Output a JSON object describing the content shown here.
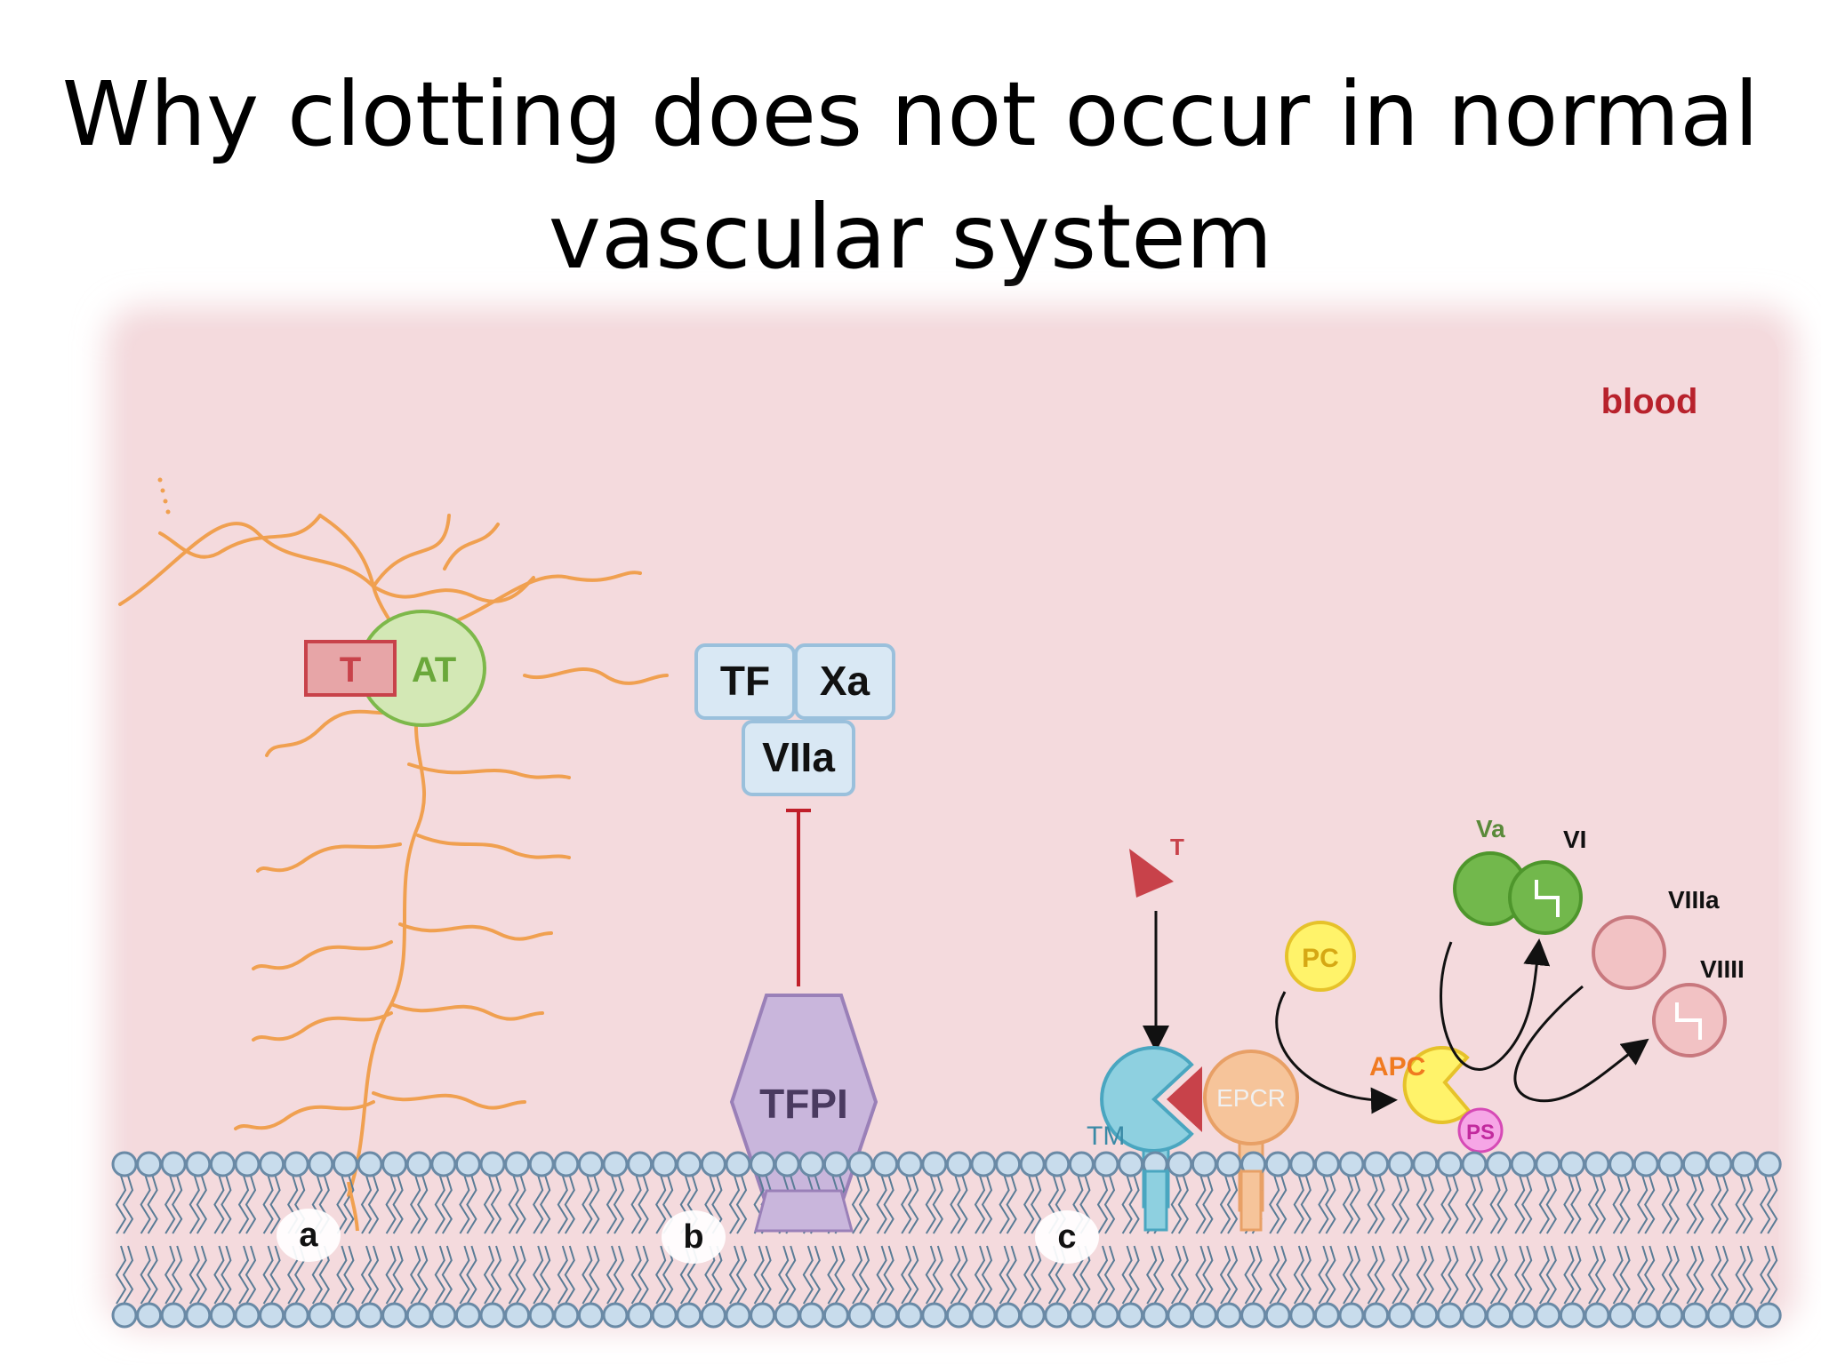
{
  "title": {
    "line1": "Why clotting does not occur in normal",
    "line2": "vascular system"
  },
  "diagram": {
    "compartment_label": "blood",
    "panel_labels": [
      "a",
      "b",
      "c"
    ],
    "panel_a": {
      "thrombin": "T",
      "antithrombin": "AT"
    },
    "panel_b": {
      "tf": "TF",
      "xa": "Xa",
      "viia": "VIIa",
      "tfpi": "TFPI"
    },
    "panel_c": {
      "thrombin": "T",
      "tm": "TM",
      "epcr": "EPCR",
      "pc": "PC",
      "apc": "APC",
      "ps": "PS",
      "va": "Va",
      "vi": "VI",
      "viiia": "VIIIa",
      "viiii": "VIIII"
    },
    "colors": {
      "blood_bg": "#f5dcdf",
      "glycocalyx": "#f0a050",
      "thrombin": "#c8424a",
      "antithrombin": "#cfe6b0",
      "complex_box": "#d8e8f4",
      "tfpi": "#c9b6dc",
      "tm": "#8ed0e0",
      "epcr": "#f6c49a",
      "pc": "#fff36a",
      "ps": "#f08ad6",
      "factor_v": "#6fb24a",
      "factor_viii": "#e8a8ac",
      "membrane_head": "#c8dcec"
    }
  }
}
